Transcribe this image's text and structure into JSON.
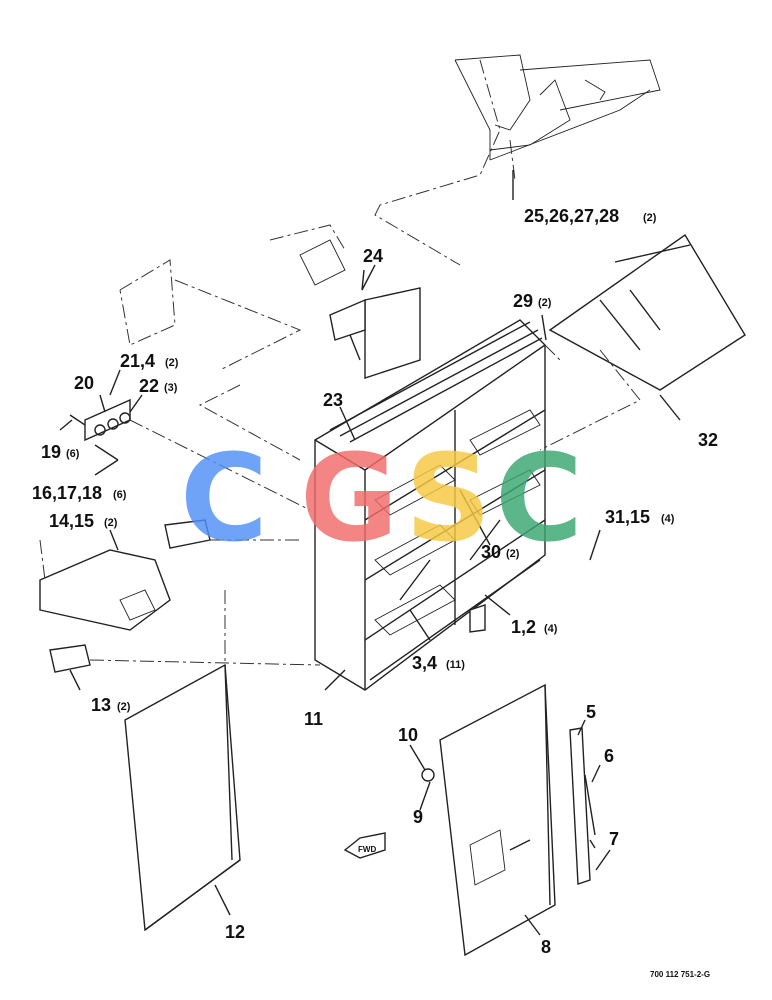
{
  "callouts": {
    "c25": "25,26,27,28",
    "q25": "(2)",
    "c24": "24",
    "c29": "29",
    "q29": "(2)",
    "c21": "21,4",
    "q21": "(2)",
    "c20": "20",
    "c22": "22",
    "q22": "(3)",
    "c23": "23",
    "c32": "32",
    "c19": "19",
    "q19": "(6)",
    "c16": "16,17,18",
    "q16": "(6)",
    "c14": "14,15",
    "q14": "(2)",
    "c31": "31,15",
    "q31": "(4)",
    "c30": "30",
    "q30": "(2)",
    "c1": "1,2",
    "q1": "(4)",
    "c3": "3,4",
    "q3": "(11)",
    "c13": "13",
    "q13": "(2)",
    "c11": "11",
    "c5": "5",
    "c10": "10",
    "c6": "6",
    "c9": "9",
    "c7": "7",
    "c12": "12",
    "c8": "8"
  },
  "watermark": {
    "letters": [
      "C",
      "G",
      "S",
      "C"
    ],
    "colors": [
      "#4f8ff7",
      "#f26b6b",
      "#f7c842",
      "#3aa771"
    ]
  },
  "doc_number": "700 112 751-2-G"
}
